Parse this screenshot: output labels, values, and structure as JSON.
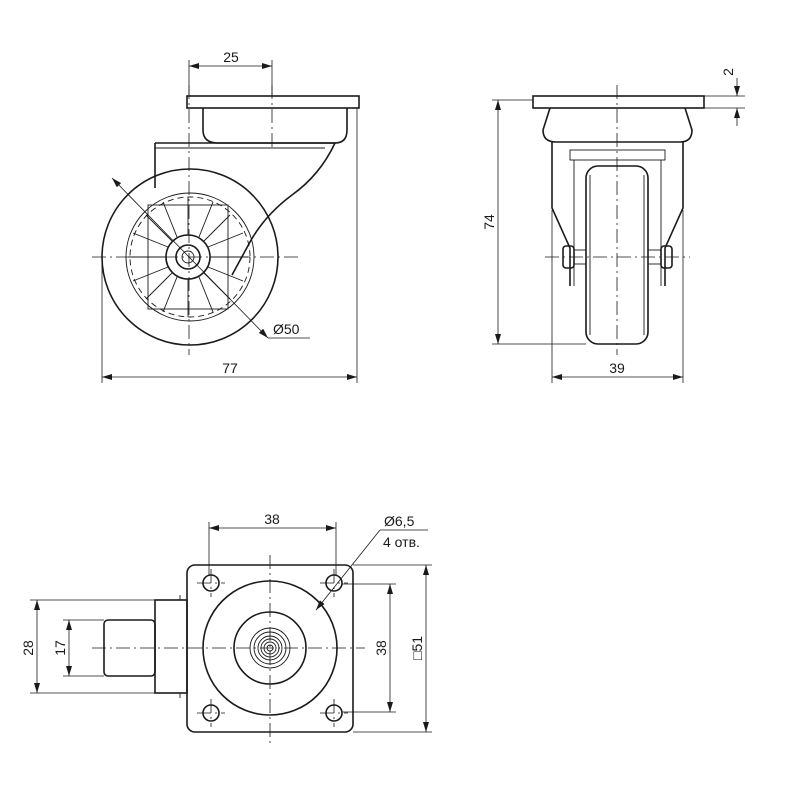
{
  "dimensions": {
    "side_top_offset": "25",
    "side_wheel_diameter": "Ø50",
    "side_total_length": "77",
    "front_plate_thickness": "2",
    "front_height": "74",
    "front_width": "39",
    "plan_hole_spacing_x": "38",
    "plan_hole_diameter": "Ø6,5",
    "plan_hole_count": "4 отв.",
    "plan_hole_spacing_y": "38",
    "plan_plate_size": "□51",
    "plan_wheel_width_outer": "28",
    "plan_wheel_width_inner": "17"
  }
}
